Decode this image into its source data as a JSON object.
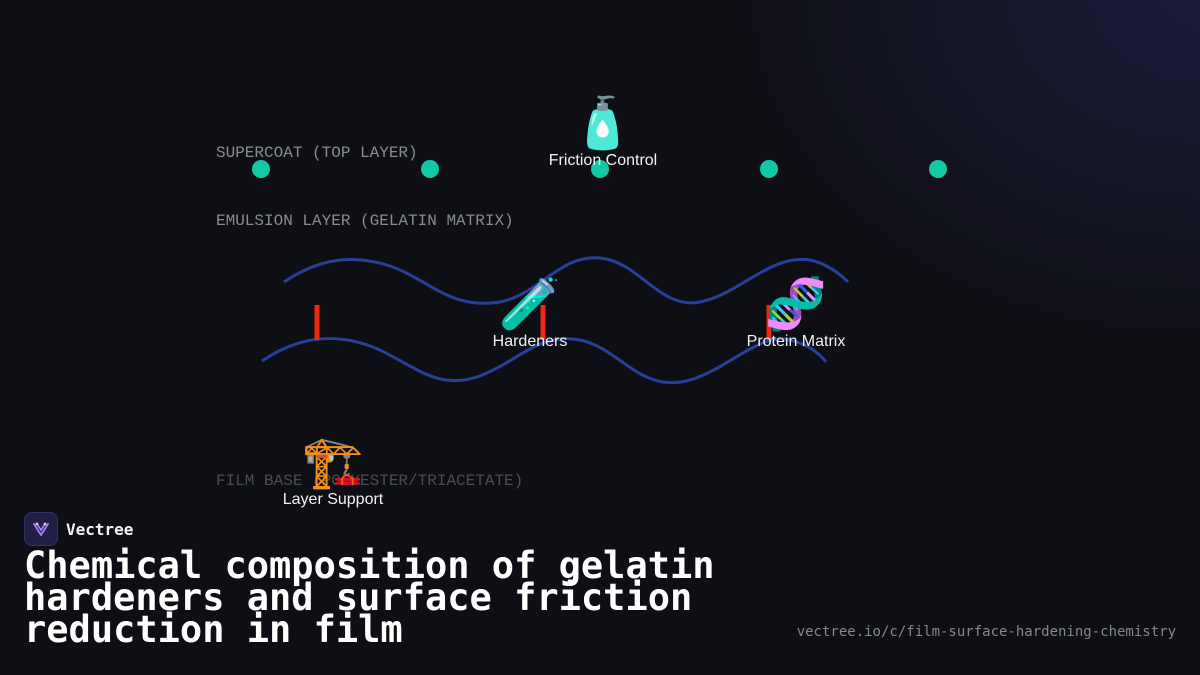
{
  "layers": {
    "supercoat": "SUPERCOAT (TOP LAYER)",
    "emulsion": "EMULSION LAYER (GELATIN MATRIX)",
    "film_base": "FILM BASE (POLYESTER/TRIACETATE)"
  },
  "nodes": [
    {
      "emoji": "🧴",
      "label": "Friction Control",
      "icon": "lotion-bottle-icon"
    },
    {
      "emoji": "🧪",
      "label": "Hardeners",
      "icon": "test-tube-icon"
    },
    {
      "emoji": "🧬",
      "label": "Protein Matrix",
      "icon": "dna-icon"
    },
    {
      "emoji": "🏗️",
      "label": "Layer Support",
      "icon": "crane-icon"
    }
  ],
  "colors": {
    "dot": "#10c9a5",
    "wave": "#27409a",
    "crosslink": "#f02810",
    "background": "#0e0f14"
  },
  "brand": {
    "name": "Vectree"
  },
  "title": "Chemical composition of gelatin hardeners and surface friction reduction in film",
  "url": "vectree.io/c/film-surface-hardening-chemistry"
}
